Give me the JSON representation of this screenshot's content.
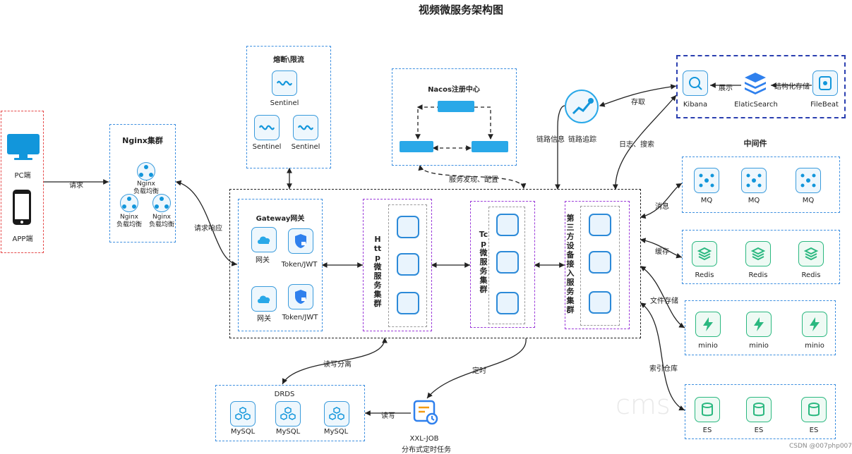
{
  "title": "视频微服务架构图",
  "clients": {
    "pc": "PC端",
    "app": "APP端"
  },
  "edges": {
    "request": "请求",
    "request_response": "请求响应",
    "service_discovery": "服务发现、配置",
    "trace_info": "链路信息",
    "store": "存取",
    "log_search": "日志、搜索",
    "message": "消息",
    "cache": "缓存",
    "file_storage": "文件存储",
    "index_repo": "索引仓库",
    "rw_split": "读写分离",
    "read_write": "读写",
    "schedule": "定时"
  },
  "nginx": {
    "title": "Nginx集群",
    "nodes": [
      "Nginx\n负载均衡",
      "Nginx\n负载均衡",
      "Nginx\n负载均衡"
    ]
  },
  "sentinel": {
    "title": "熔断\\限流",
    "nodes": [
      "Sentinel",
      "Sentinel",
      "Sentinel"
    ]
  },
  "nacos": {
    "title": "Nacos注册中心"
  },
  "tracing": {
    "label": "链路追踪"
  },
  "elk": {
    "kibana": "Kibana",
    "show": "展示",
    "es": "ElaticSearch",
    "structured": "结构化存储",
    "filebeat": "FileBeat"
  },
  "middleware": {
    "title": "中间件",
    "mq": [
      "MQ",
      "MQ",
      "MQ"
    ],
    "redis": [
      "Redis",
      "Redis",
      "Redis"
    ],
    "minio": [
      "minio",
      "minio",
      "minio"
    ],
    "es": [
      "ES",
      "ES",
      "ES"
    ]
  },
  "gateway": {
    "title": "Gateway网关",
    "items": [
      "网关",
      "Token/JWT",
      "网关",
      "Token/JWT"
    ]
  },
  "clusters": {
    "http": "Http微服务集群",
    "tcp": "Tcp微服务集群",
    "third": "第三方设备接入服务集群"
  },
  "drds": {
    "title": "DRDS",
    "nodes": [
      "MySQL",
      "MySQL",
      "MySQL"
    ]
  },
  "xxljob": {
    "name": "XXL-JOB",
    "desc": "分布式定时任务"
  },
  "watermark": "cms",
  "credit": "CSDN @007php007",
  "colors": {
    "blue": "#3d8fe0",
    "red": "#e64a4a",
    "navy": "#2b3fb0",
    "purple": "#9b3ad9",
    "green": "#2bb880"
  }
}
